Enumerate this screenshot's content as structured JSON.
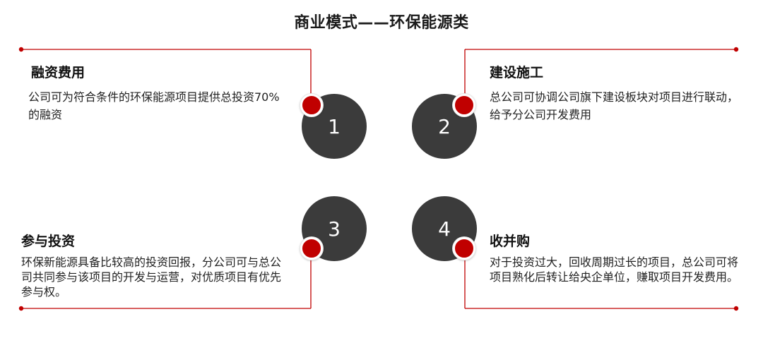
{
  "title": "商业模式——环保能源类",
  "accent_color": "#c00000",
  "circle_color": "#3b3b3b",
  "items": [
    {
      "number": "1",
      "heading": "融资费用",
      "description": "公司可为符合条件的环保能源项目提供总投资70%的融资"
    },
    {
      "number": "2",
      "heading": "建设施工",
      "description": "总公司可协调公司旗下建设板块对项目进行联动，给予分公司开发费用"
    },
    {
      "number": "3",
      "heading": "参与投资",
      "description": "环保新能源具备比较高的投资回报，分公司可与总公司共同参与该项目的开发与运营，对优质项目有优先参与权。"
    },
    {
      "number": "4",
      "heading": "收并购",
      "description": "对于投资过大，回收周期过长的项目，总公司可将项目熟化后转让给央企单位，赚取项目开发费用。"
    }
  ]
}
